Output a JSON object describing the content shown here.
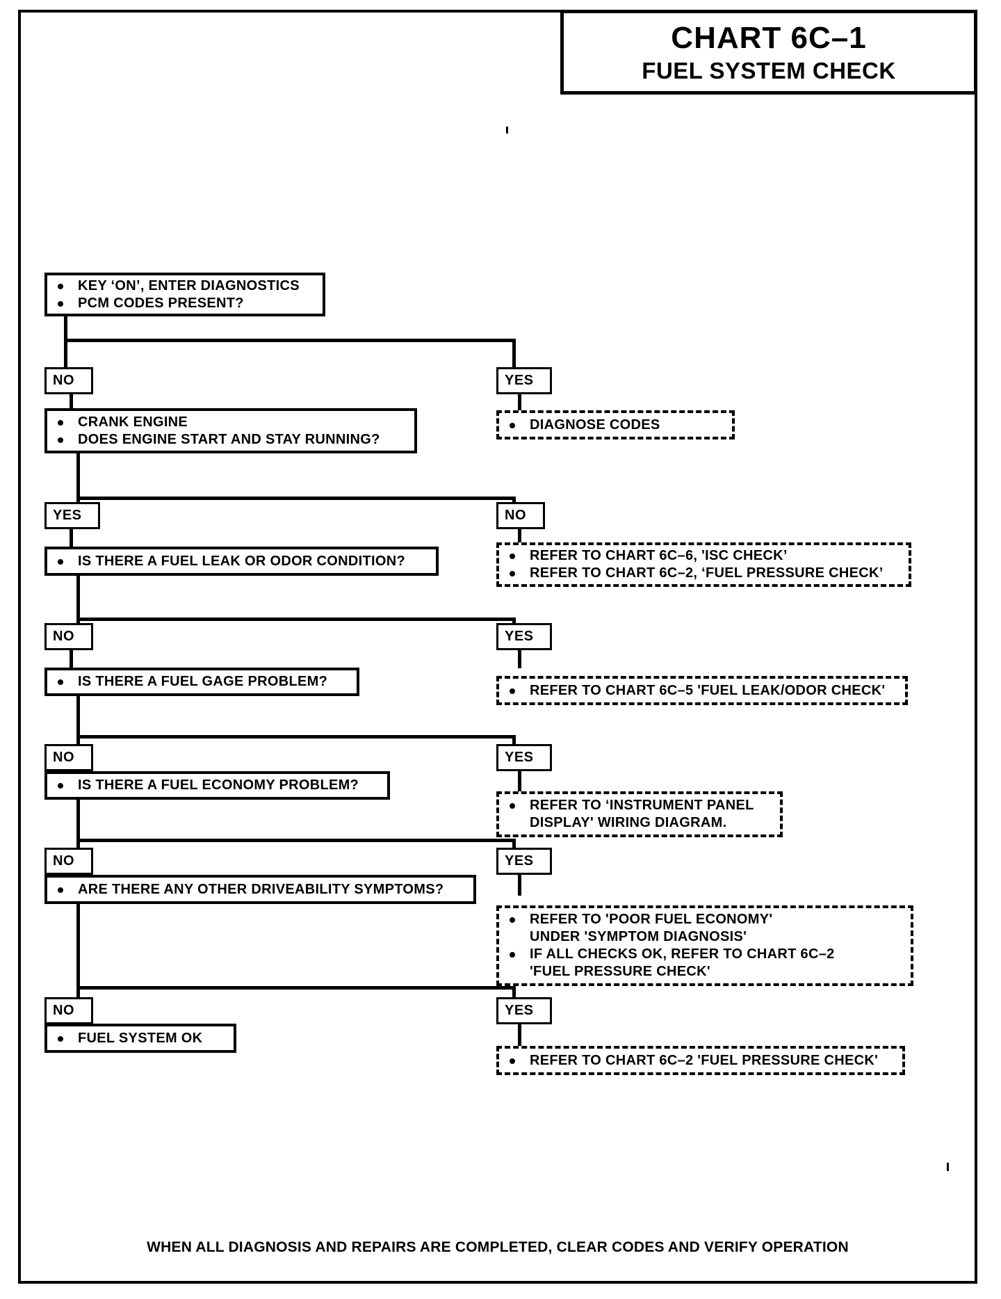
{
  "title": {
    "chart_number": "CHART 6C–1",
    "chart_name": "FUEL SYSTEM CHECK"
  },
  "footer": {
    "note": "WHEN ALL DIAGNOSIS AND REPAIRS ARE COMPLETED, CLEAR CODES AND VERIFY OPERATION"
  },
  "chart_data": {
    "type": "diagram",
    "title": "CHART 6C–1 FUEL SYSTEM CHECK",
    "nodes": [
      {
        "id": "step1",
        "style": "solid",
        "lines": [
          {
            "bullet": true,
            "text": "KEY ‘ON’, ENTER DIAGNOSTICS"
          },
          {
            "bullet": true,
            "text": "PCM CODES PRESENT?"
          }
        ]
      },
      {
        "id": "step2",
        "style": "solid",
        "lines": [
          {
            "bullet": true,
            "text": "CRANK ENGINE"
          },
          {
            "bullet": true,
            "text": "DOES ENGINE START AND STAY RUNNING?"
          }
        ]
      },
      {
        "id": "step3",
        "style": "solid",
        "lines": [
          {
            "bullet": true,
            "text": "IS THERE A FUEL LEAK OR ODOR CONDITION?"
          }
        ]
      },
      {
        "id": "step4",
        "style": "solid",
        "lines": [
          {
            "bullet": true,
            "text": "IS THERE A FUEL GAGE PROBLEM?"
          }
        ]
      },
      {
        "id": "step5",
        "style": "solid",
        "lines": [
          {
            "bullet": true,
            "text": "IS THERE A FUEL ECONOMY PROBLEM?"
          }
        ]
      },
      {
        "id": "step6",
        "style": "solid",
        "lines": [
          {
            "bullet": true,
            "text": "ARE THERE ANY OTHER DRIVEABILITY SYMPTOMS?"
          }
        ]
      },
      {
        "id": "step7",
        "style": "solid",
        "lines": [
          {
            "bullet": true,
            "text": "FUEL SYSTEM  OK"
          }
        ]
      },
      {
        "id": "action1",
        "style": "dashed",
        "lines": [
          {
            "bullet": true,
            "text": "DIAGNOSE CODES"
          }
        ]
      },
      {
        "id": "action2",
        "style": "dashed",
        "lines": [
          {
            "bullet": true,
            "text": "REFER TO CHART 6C–6, 'ISC CHECK’"
          },
          {
            "bullet": true,
            "text": "REFER TO CHART 6C–2, ‘FUEL PRESSURE CHECK’"
          }
        ]
      },
      {
        "id": "action3",
        "style": "dashed",
        "lines": [
          {
            "bullet": true,
            "text": "REFER TO CHART 6C–5 'FUEL LEAK/ODOR CHECK'"
          }
        ]
      },
      {
        "id": "action4",
        "style": "dashed",
        "lines": [
          {
            "bullet": true,
            "text": "REFER TO ‘INSTRUMENT PANEL"
          },
          {
            "bullet": false,
            "text": "DISPLAY' WIRING DIAGRAM."
          }
        ]
      },
      {
        "id": "action5",
        "style": "dashed",
        "lines": [
          {
            "bullet": true,
            "text": "REFER TO 'POOR FUEL ECONOMY'"
          },
          {
            "bullet": false,
            "text": "UNDER 'SYMPTOM DIAGNOSIS'"
          },
          {
            "bullet": true,
            "text": "IF ALL CHECKS OK, REFER TO CHART  6C–2"
          },
          {
            "bullet": false,
            "text": "'FUEL PRESSURE CHECK'"
          }
        ]
      },
      {
        "id": "action6",
        "style": "dashed",
        "lines": [
          {
            "bullet": true,
            "text": "REFER TO CHART 6C–2 'FUEL PRESSURE CHECK'"
          }
        ]
      }
    ],
    "branch_labels": [
      {
        "id": "b1-no",
        "text": "NO",
        "side": "left"
      },
      {
        "id": "b1-yes",
        "text": "YES",
        "side": "right"
      },
      {
        "id": "b2-yes",
        "text": "YES",
        "side": "left"
      },
      {
        "id": "b2-no",
        "text": "NO",
        "side": "right"
      },
      {
        "id": "b3-no",
        "text": "NO",
        "side": "left"
      },
      {
        "id": "b3-yes",
        "text": "YES",
        "side": "right"
      },
      {
        "id": "b4-no",
        "text": "NO",
        "side": "left"
      },
      {
        "id": "b4-yes",
        "text": "YES",
        "side": "right"
      },
      {
        "id": "b5-no",
        "text": "NO",
        "side": "left"
      },
      {
        "id": "b5-yes",
        "text": "YES",
        "side": "right"
      },
      {
        "id": "b6-no",
        "text": "NO",
        "side": "left"
      },
      {
        "id": "b6-yes",
        "text": "YES",
        "side": "right"
      }
    ],
    "colors": {
      "ink": "#000000",
      "paper": "#ffffff"
    }
  }
}
